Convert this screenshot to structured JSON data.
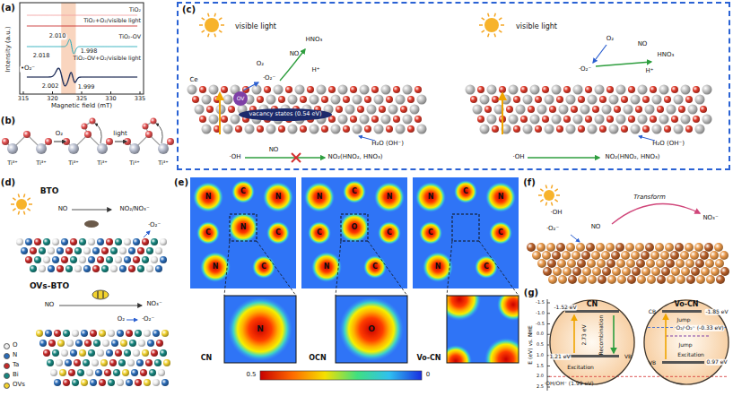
{
  "diagram": {
    "nodes": [
      {
        "text": [
          "(c)"
        ]
      },
      {
        "text": [
          "CN"
        ]
      },
      {
        "text": [
          "Vo-CN"
        ]
      }
    ],
    "labels": [
      "(a)",
      "Intensity (a.u.)",
      "Magnetic field (mT)",
      "315",
      "320",
      "325",
      "330",
      "335",
      "2.010",
      "1.998",
      "2.018",
      "•O₂⁻",
      "2.002",
      "1.999",
      "(b)",
      "Ti³⁺",
      "Ti³⁺",
      "O₂",
      "Ti³⁺",
      "Ti³⁺",
      "light",
      "Ti⁴⁺",
      "Ti³⁺",
      "visible light",
      "O₂",
      "HNO₃",
      "NO",
      "H⁺",
      "·O₂⁻",
      "OV",
      "vacancy states (0.54 eV)",
      "Ce",
      "H₂O (OH⁻)",
      "·OH",
      "NO",
      "NO₂(HNO₂, HNO₃)",
      "visible light",
      "O₂",
      "·O₂⁻",
      "HNO₃",
      "NO",
      "H⁺",
      "H₂O (OH⁻)",
      "·OH",
      "NO₂(HNO₂, HNO₃)",
      "(d)",
      "BTO",
      "NO",
      "NO₂/NO₃⁻",
      "·O₂⁻",
      "OVs-BTO",
      "NO",
      "NO₃⁻",
      "O₂",
      "·O₂⁻",
      "(e)",
      "N",
      "C",
      "N",
      "C",
      "N",
      "C",
      "N",
      "C",
      "N",
      "C",
      "N",
      "C",
      "O",
      "C",
      "N",
      "C",
      "N",
      "C",
      "N",
      "C",
      "C",
      "N",
      "C",
      "N",
      "O",
      "CN",
      "OCN",
      "Vo-CN",
      "0.5",
      "0",
      "(f)",
      "·OH",
      "·O₂⁻",
      "NO",
      "Transform",
      "NO₃⁻",
      "(g)",
      "E (eV) vs. NHE",
      "-1.5",
      "-1.0",
      "-0.5",
      "0.0",
      "0.5",
      "1.0",
      "1.5",
      "2.0",
      "2.5",
      "-1.52 eV",
      "2.73 eV",
      "Excitation",
      "Recombination",
      "1.21 eV",
      "VB",
      "·OH/OH⁻ (1.99 eV)",
      "CB",
      "-1.85 eV",
      "O₂/·O₂⁻ (-0.33 eV)",
      "Jump",
      "Jump",
      "Excitation",
      "0.97 eV",
      "VB"
    ],
    "legend": [
      {
        "text": "TiO₂"
      },
      {
        "text": "TiO₂+O₂/visible light"
      },
      {
        "text": "TiO₂-OV"
      },
      {
        "text": "TiO₂-OV+O₂/visible light"
      },
      {
        "text": "O",
        "color": "#eeeeee"
      },
      {
        "text": "N",
        "color": "#2b6cb8"
      },
      {
        "text": "Ta",
        "color": "#c62828"
      },
      {
        "text": "Bi",
        "color": "#17867f"
      },
      {
        "text": "OVs",
        "color": "#f2d22e"
      }
    ]
  }
}
